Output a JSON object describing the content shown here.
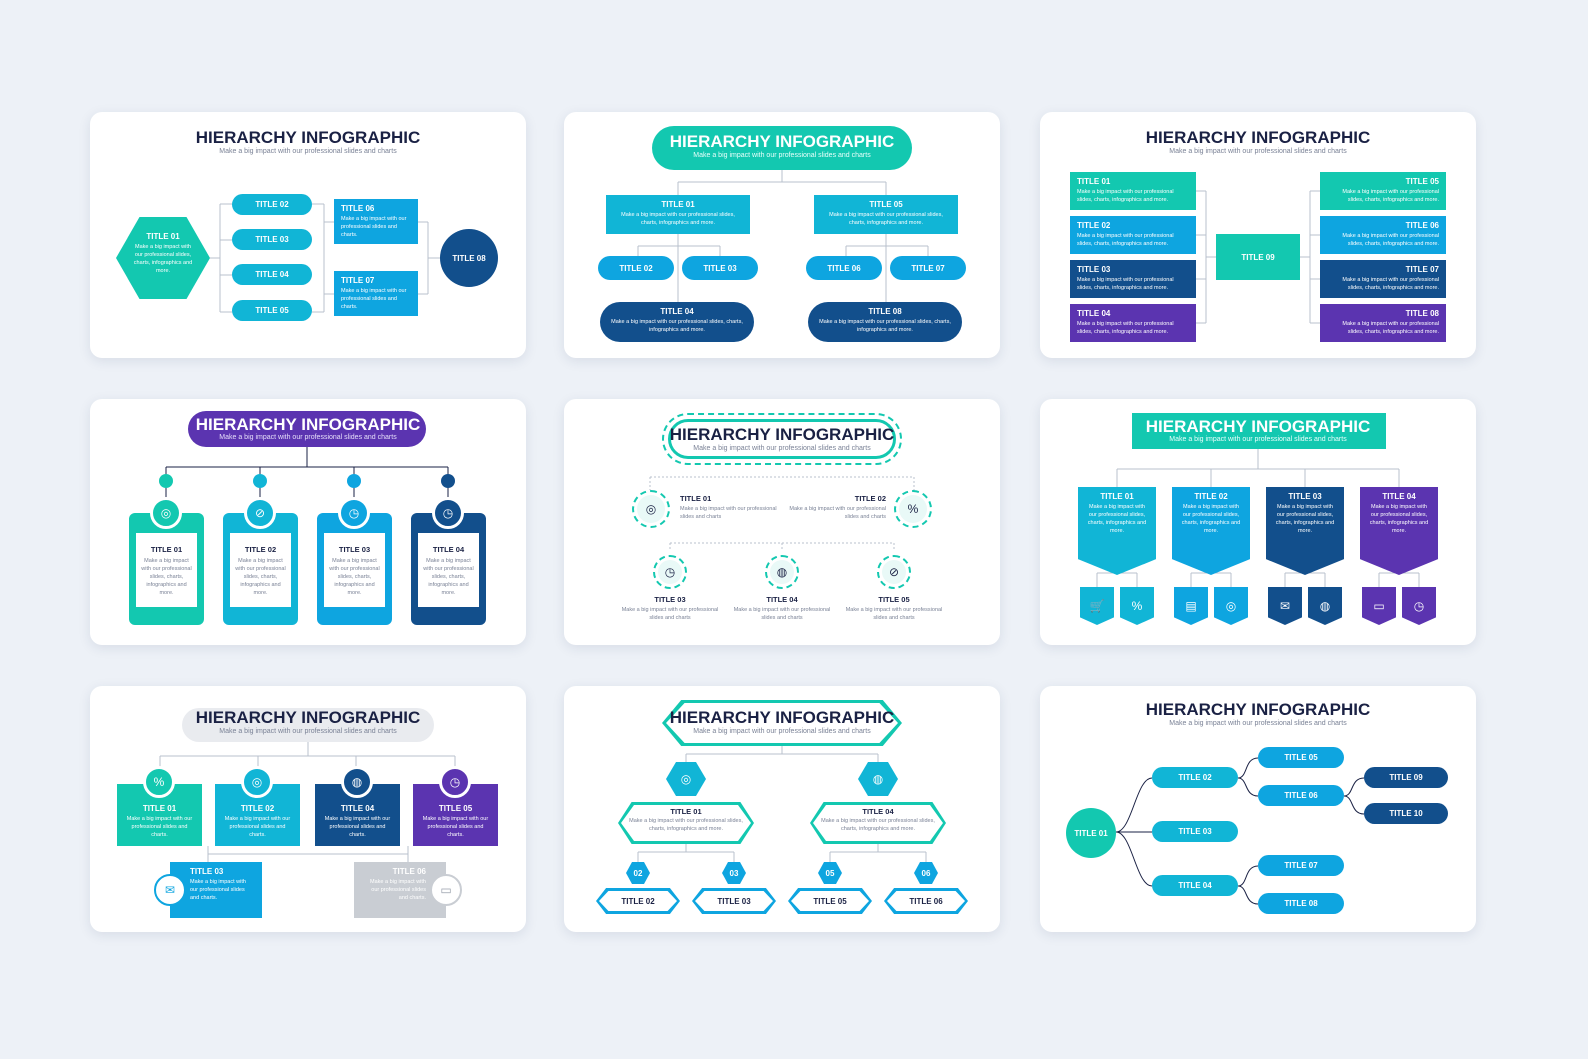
{
  "heading": "HIERARCHY INFOGRAPHIC",
  "subheading": "Make a big impact with our professional slides and charts",
  "desc_long": "Make a big impact with our professional slides, charts, infographics and more.",
  "desc_short": "Make a big impact with our professional slides and charts.",
  "desc_charts": "Make a big impact with our professional slides and charts",
  "colors": {
    "teal": "#13c8b0",
    "cyan": "#11b5d6",
    "sky": "#0ea5e0",
    "navy": "#124f8c",
    "purple": "#5b34b0",
    "gray": "#c9cdd3",
    "dark": "#1a2144"
  },
  "icons": [
    "target-icon",
    "percent-icon",
    "clock-icon",
    "globe-icon",
    "cart-icon",
    "chart-icon",
    "presentation-icon",
    "chat-icon",
    "no-icon"
  ],
  "slides": {
    "s1": {
      "t1": "TITLE 01",
      "t2": "TITLE 02",
      "t3": "TITLE 03",
      "t4": "TITLE 04",
      "t5": "TITLE 05",
      "t6": "TITLE 06",
      "t7": "TITLE 07",
      "t8": "TITLE 08"
    },
    "s2": {
      "t1": "TITLE 01",
      "t2": "TITLE 02",
      "t3": "TITLE 03",
      "t4": "TITLE 04",
      "t5": "TITLE 05",
      "t6": "TITLE 06",
      "t7": "TITLE 07",
      "t8": "TITLE 08"
    },
    "s3": {
      "t1": "TITLE 01",
      "t2": "TITLE 02",
      "t3": "TITLE 03",
      "t4": "TITLE 04",
      "t5": "TITLE 05",
      "t6": "TITLE 06",
      "t7": "TITLE 07",
      "t8": "TITLE 08",
      "t9": "TITLE 09"
    },
    "s4": {
      "t1": "TITLE 01",
      "t2": "TITLE 02",
      "t3": "TITLE 03",
      "t4": "TITLE 04"
    },
    "s5": {
      "t1": "TITLE 01",
      "t2": "TITLE 02",
      "t3": "TITLE 03",
      "t4": "TITLE 04",
      "t5": "TITLE 05"
    },
    "s6": {
      "t1": "TITLE 01",
      "t2": "TITLE 02",
      "t3": "TITLE 03",
      "t4": "TITLE 04"
    },
    "s7": {
      "t1": "TITLE 01",
      "t2": "TITLE 02",
      "t3": "TITLE 03",
      "t4": "TITLE 04",
      "t5": "TITLE 05",
      "t6": "TITLE 06"
    },
    "s8": {
      "t1": "TITLE 01",
      "t2": "TITLE 02",
      "t3": "TITLE 03",
      "t4": "TITLE 04",
      "t5": "TITLE 05",
      "t6": "TITLE 06",
      "n2": "02",
      "n3": "03",
      "n5": "05",
      "n6": "06"
    },
    "s9": {
      "t1": "TITLE 01",
      "t2": "TITLE 02",
      "t3": "TITLE 03",
      "t4": "TITLE 04",
      "t5": "TITLE 05",
      "t6": "TITLE 06",
      "t7": "TITLE 07",
      "t8": "TITLE 08",
      "t9": "TITLE 09",
      "t10": "TITLE 10"
    }
  }
}
